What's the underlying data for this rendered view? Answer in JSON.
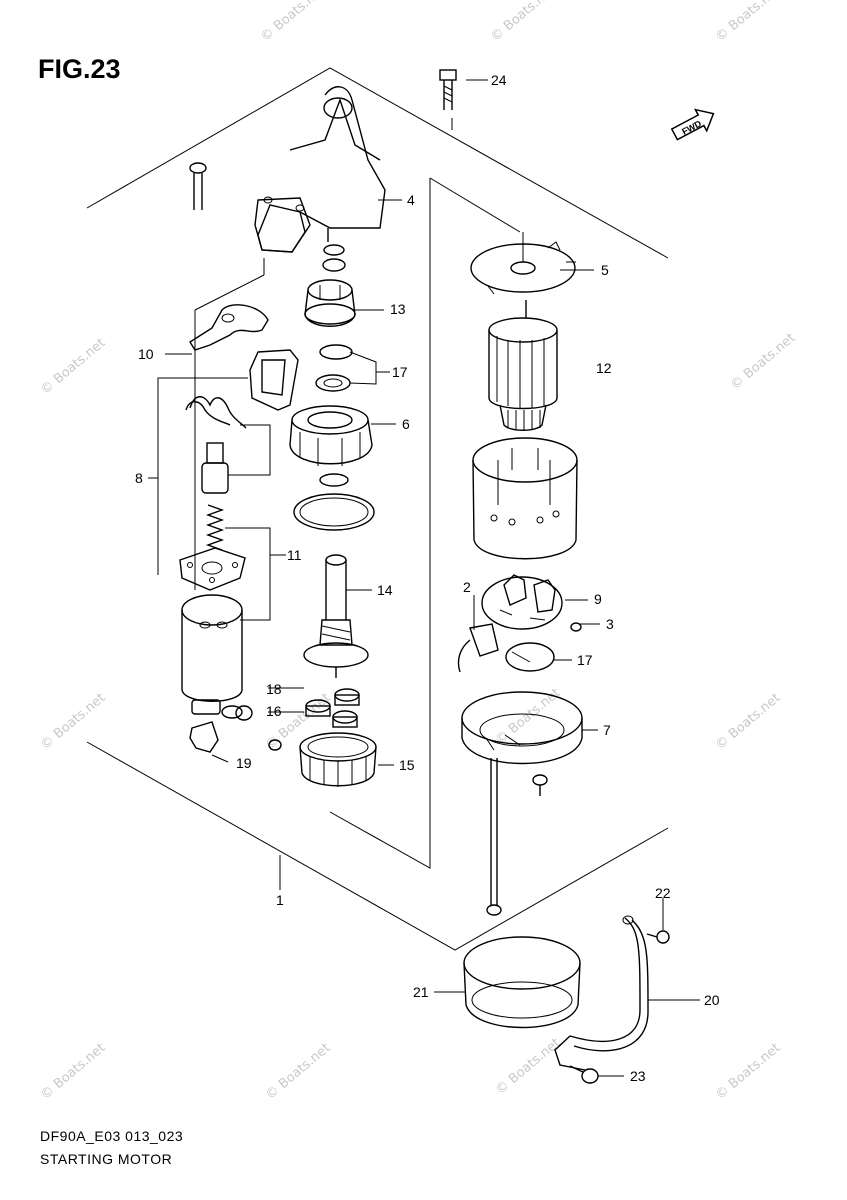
{
  "figure": {
    "title": "FIG.23"
  },
  "footer": {
    "code": "DF90A_E03 013_023",
    "title": "STARTING MOTOR"
  },
  "icons": {
    "direction": "FWD"
  },
  "watermarks": {
    "text": "© Boats.net"
  },
  "callouts": [
    "1",
    "2",
    "3",
    "4",
    "5",
    "6",
    "7",
    "8",
    "9",
    "10",
    "11",
    "12",
    "13",
    "14",
    "15",
    "16",
    "17",
    "17",
    "18",
    "19",
    "20",
    "21",
    "22",
    "23",
    "24"
  ]
}
